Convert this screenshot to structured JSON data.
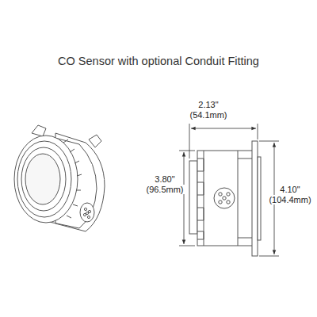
{
  "diagram": {
    "title": "CO Sensor with optional Conduit Fitting",
    "labels": [
      "2.13\"",
      "(54.1mm)",
      "3.80\"",
      "(96.5mm)",
      "4.10\"",
      "(104.4mm)"
    ]
  }
}
